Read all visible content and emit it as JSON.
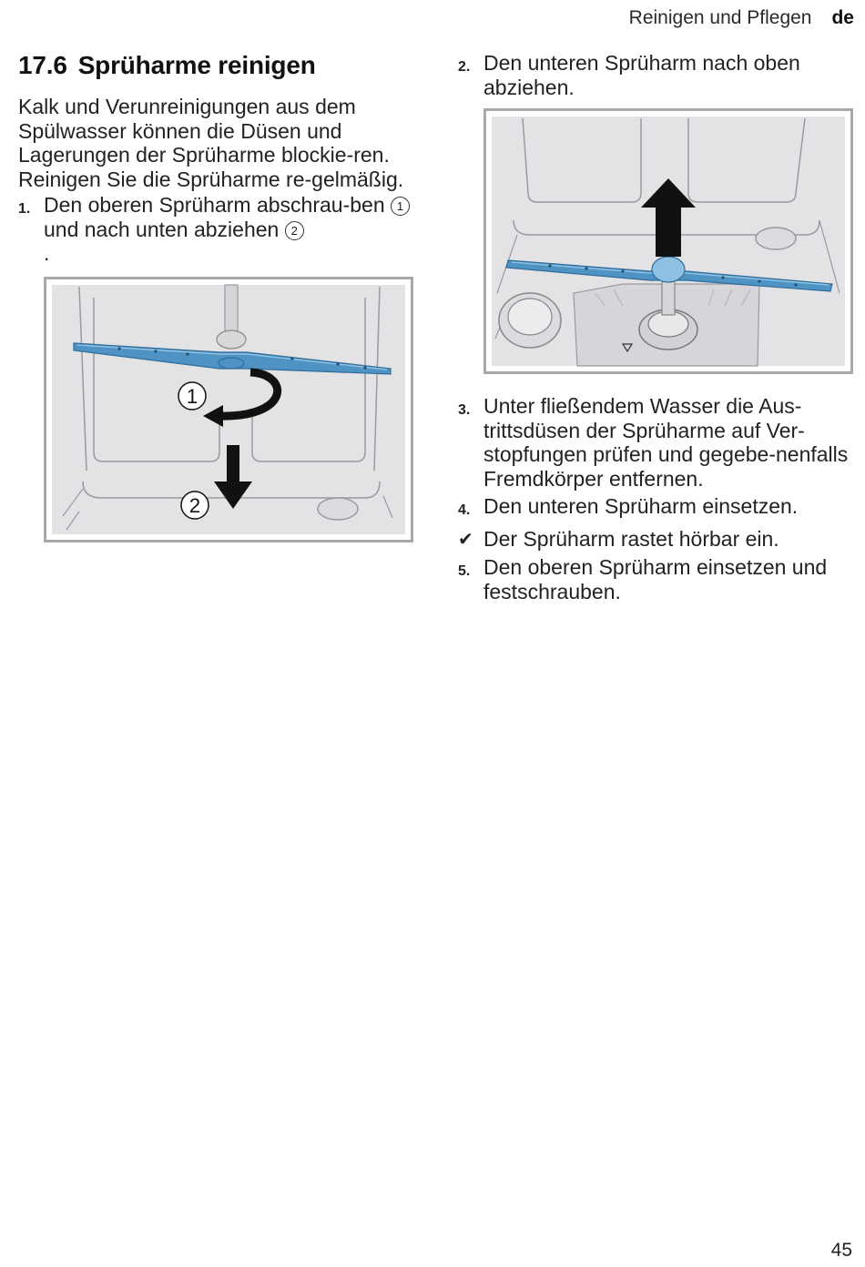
{
  "header": {
    "chapter": "Reinigen und Pflegen",
    "lang": "de"
  },
  "section": {
    "number": "17.6",
    "title": "Sprüharme reinigen",
    "intro": "Kalk und Verunreinigungen aus dem Spülwasser können die Düsen und Lagerungen der Sprüharme blockie-ren. Reinigen Sie die Sprüharme re-gelmäßig."
  },
  "steps": [
    {
      "marker": "1.",
      "text_a": "Den oberen Sprüharm abschrau-ben",
      "ref1": "1",
      "text_b": "und nach unten abziehen",
      "ref2": "2",
      "text_c": "."
    },
    {
      "marker": "2.",
      "text": "Den unteren Sprüharm nach oben abziehen."
    },
    {
      "marker": "3.",
      "text": "Unter fließendem Wasser die Aus-trittsdüsen der Sprüharme auf Ver-stopfungen prüfen und gegebe-nenfalls Fremdkörper entfernen."
    },
    {
      "marker": "4.",
      "text": "Den unteren Sprüharm einsetzen."
    },
    {
      "marker": "✔",
      "text": "Der Sprüharm rastet hörbar ein."
    },
    {
      "marker": "5.",
      "text": "Den oberen Sprüharm einsetzen und festschrauben."
    }
  ],
  "figure1": {
    "label1": "1",
    "label2": "2"
  },
  "colors": {
    "arm_blue": "#4e93c4",
    "arm_blue_light": "#8fc0e2",
    "interior_gray": "#e3e3e6",
    "line_gray": "#9a9a9e",
    "arrow": "#111111"
  },
  "page": {
    "number": "45"
  }
}
